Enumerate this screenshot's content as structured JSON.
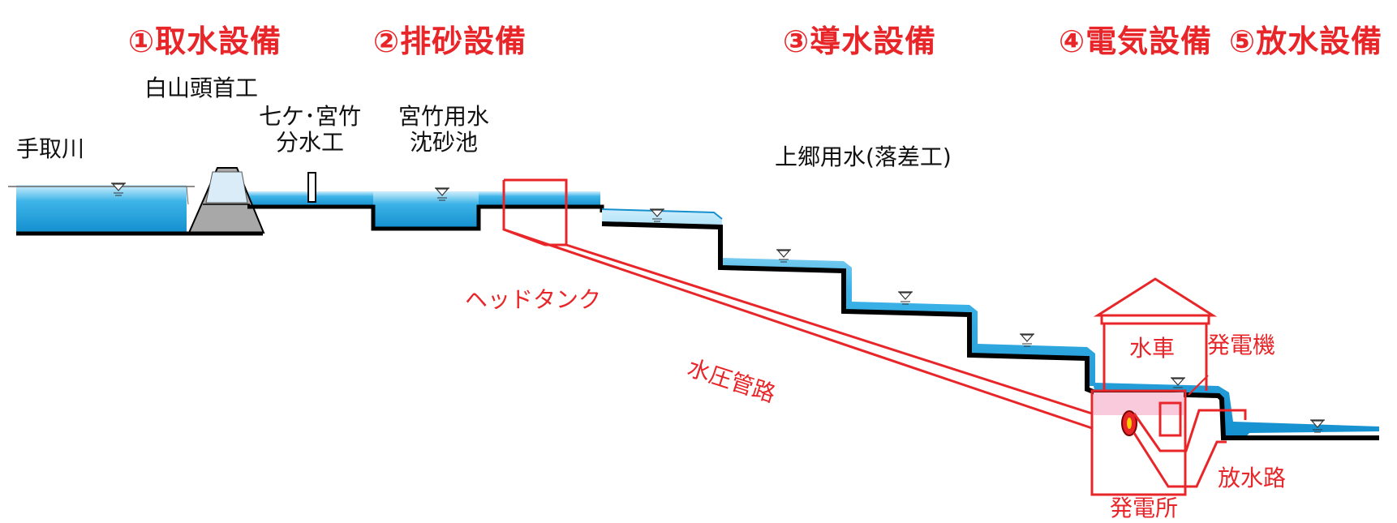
{
  "sections": {
    "s1": "①取水設備",
    "s2": "②排砂設備",
    "s3": "③導水設備",
    "s4": "④電気設備",
    "s5": "⑤放水設備"
  },
  "labels": {
    "tedori_river": "手取川",
    "hakusan_weir": "白山頭首工",
    "diversion_l1": "七ケ･宮竹",
    "diversion_l2": "分水工",
    "sandbasin_l1": "宮竹用水",
    "sandbasin_l2": "沈砂池",
    "uwago_canal": "上郷用水(落差工)",
    "head_tank": "ヘッドタンク",
    "penstock": "水圧管路",
    "water_wheel": "水車",
    "generator": "発電機",
    "tailrace": "放水路",
    "power_station": "発電所"
  },
  "colors": {
    "water": "#1fa3dc",
    "canal_line": "#000000",
    "facility_red": "#e8262a",
    "weir_gray": "#a8a8a8",
    "label_black": "#111111"
  },
  "icons": [
    "water-level-icon"
  ]
}
